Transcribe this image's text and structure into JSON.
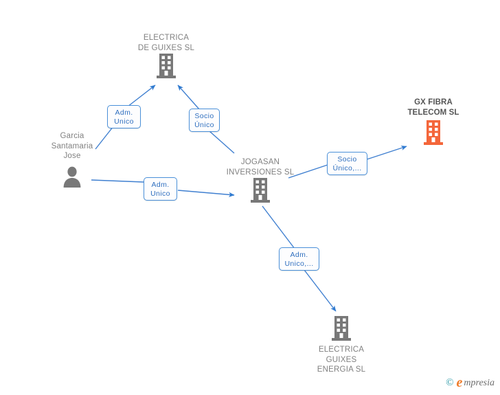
{
  "diagram": {
    "type": "corporate-relationship-graph",
    "background_color": "#ffffff",
    "edge_color": "#3f7fd0",
    "entity_color": "#787878",
    "highlight_color": "#f4663a",
    "nodes": [
      {
        "id": "electrica-de-guixes-sl",
        "kind": "company",
        "label": "ELECTRICA\nDE GUIXES SL",
        "icon": "building-icon",
        "color": "#787878",
        "highlighted": false
      },
      {
        "id": "garcia-santamaria-jose",
        "kind": "person",
        "label": "Garcia\nSantamaria\nJose",
        "icon": "person-icon",
        "color": "#787878",
        "highlighted": false
      },
      {
        "id": "jogasan-inversiones-sl",
        "kind": "company",
        "label": "JOGASAN\nINVERSIONES SL",
        "icon": "building-icon",
        "color": "#787878",
        "highlighted": false
      },
      {
        "id": "gx-fibra-telecom-sl",
        "kind": "company",
        "label": "GX FIBRA\nTELECOM SL",
        "icon": "building-icon",
        "color": "#f4663a",
        "highlighted": true
      },
      {
        "id": "electrica-guixes-energia-sl",
        "kind": "company",
        "label": "ELECTRICA\nGUIXES\nENERGIA SL",
        "icon": "building-icon",
        "color": "#787878",
        "highlighted": false
      }
    ],
    "edges": [
      {
        "id": "edge-garcia-to-electrica-de-guixes",
        "from": "garcia-santamaria-jose",
        "to": "electrica-de-guixes-sl",
        "label": "Adm.\nUnico",
        "arrow": true
      },
      {
        "id": "edge-jogasan-to-electrica-de-guixes",
        "from": "jogasan-inversiones-sl",
        "to": "electrica-de-guixes-sl",
        "label": "Socio\nÚnico",
        "arrow": true
      },
      {
        "id": "edge-garcia-to-jogasan",
        "from": "garcia-santamaria-jose",
        "to": "jogasan-inversiones-sl",
        "label": "Adm.\nUnico",
        "arrow": true
      },
      {
        "id": "edge-jogasan-to-gx-fibra",
        "from": "jogasan-inversiones-sl",
        "to": "gx-fibra-telecom-sl",
        "label": "Socio\nÚnico,...",
        "arrow": true
      },
      {
        "id": "edge-jogasan-to-electrica-guixes-energia",
        "from": "jogasan-inversiones-sl",
        "to": "electrica-guixes-energia-sl",
        "label": "Adm.\nUnico,...",
        "arrow": true
      }
    ]
  },
  "watermark": {
    "copyright": "©",
    "brand_initial": "e",
    "brand_name": "mpresia"
  }
}
